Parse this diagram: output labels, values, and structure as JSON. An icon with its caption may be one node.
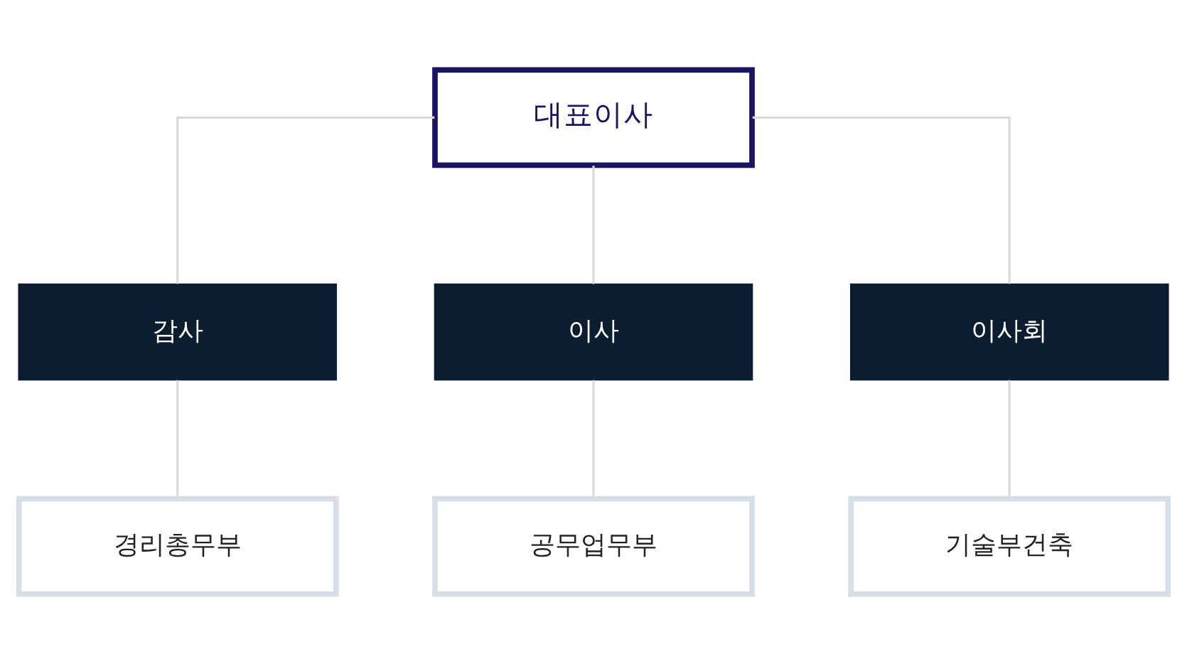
{
  "diagram": {
    "nodes": [
      {
        "text": [
          "대표이사"
        ]
      },
      {
        "text": [
          "감사"
        ]
      },
      {
        "text": [
          "이사"
        ]
      },
      {
        "text": [
          "이사회"
        ]
      },
      {
        "text": [
          "경리총무부"
        ]
      },
      {
        "text": [
          "공무업무부"
        ]
      },
      {
        "text": [
          "기술부건축"
        ]
      }
    ],
    "edges": [
      {
        "from": 0,
        "to": 1,
        "arrow": "none"
      },
      {
        "from": 0,
        "to": 2,
        "arrow": "none"
      },
      {
        "from": 0,
        "to": 3,
        "arrow": "none"
      },
      {
        "from": 1,
        "to": 4,
        "arrow": "none"
      },
      {
        "from": 2,
        "to": 5,
        "arrow": "none"
      },
      {
        "from": 3,
        "to": 6,
        "arrow": "none"
      }
    ]
  }
}
